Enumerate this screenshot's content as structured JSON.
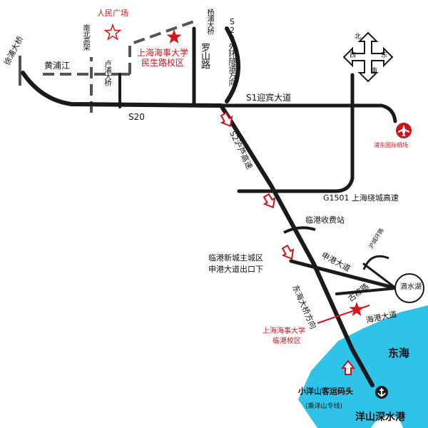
{
  "places": {
    "renmin_square": "人民广场",
    "smu_minsheng_line1": "上海海事大学",
    "smu_minsheng_line2": "民生路校区",
    "smu_lingang_line1": "上海海事大学",
    "smu_lingang_line2": "临港校区",
    "pudong_airport": "浦东国际机场",
    "lingang_toll": "临港收费站",
    "lingang_exit_line1": "临港新城主城区",
    "lingang_exit_line2": "申港大道出口下",
    "dishui_lake": "滴水湖",
    "east_sea": "东海",
    "xiaoyangshan_pier": "小洋山客运码头",
    "xiaoyangshan_note": "(乘洋山专线)",
    "yangshan_port": "洋山深水港"
  },
  "roads": {
    "huangpu_river": "黄浦江",
    "xupu_bridge": "徐浦大桥",
    "nanbei_elevated": "南北高架",
    "lupu_bridge": "卢浦大桥",
    "yangpu_bridge": "杨浦大桥",
    "luoshan_road": "罗山路",
    "s20_tunnel": "S20外环隧道方向",
    "s1": "S1迎宾大道",
    "s20": "S20",
    "s2": "S2沪芦高速",
    "g1501": "G1501 上海绕城高速",
    "shengang_road": "申港大道",
    "huchen_ring": "沪城环路",
    "guzong_road": "古棕路",
    "haigang_road": "海港大道",
    "donghai_bridge": "东海大桥方向"
  },
  "compass": {
    "north": "北",
    "south": "南",
    "east": "东",
    "west": "西"
  },
  "colors": {
    "road": "#1a1a1a",
    "university_star": "#d6141a",
    "sea": "#2ec4ea",
    "direction_arrow": "#c8141a",
    "airport": "#c8141a"
  },
  "icons": {
    "airport": "airplane-icon",
    "anchor": "anchor-icon",
    "compass": "compass-rose-icon",
    "university": "red-star-icon"
  }
}
